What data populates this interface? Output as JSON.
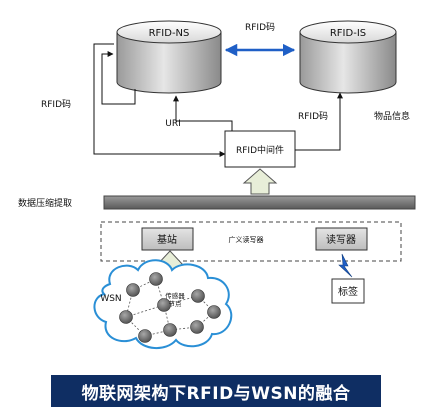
{
  "nodes": {
    "rfid_ns": "RFID-NS",
    "rfid_is": "RFID-IS",
    "middleware": "RFID中间件",
    "base_station": "基站",
    "reader": "读写器",
    "tag": "标签"
  },
  "labels": {
    "rfid_code_top": "RFID码",
    "rfid_code_left": "RFID码",
    "rfid_code_right": "RFID码",
    "uri": "URI",
    "item_info": "物品信息",
    "data_compression": "数据压缩提取",
    "broad_reader": "广义读写器",
    "wsn": "WSN",
    "sensor_node": [
      "传感器",
      "节点"
    ]
  },
  "caption": "物联网架构下RFID与WSN的融合",
  "colors": {
    "caption_bg": "#0f2e63",
    "caption_text": "#ffffff",
    "double_arrow": "#1f5fc6",
    "cloud_border": "#2a8fd6",
    "block_arrow": "#e8eed8",
    "sensor_node": "#6e6e6e"
  }
}
